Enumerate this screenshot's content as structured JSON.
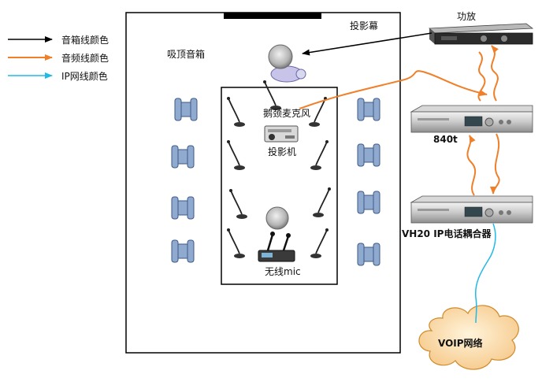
{
  "legend": {
    "speaker_line": "音箱线颜色",
    "audio_line": "音频线颜色",
    "ip_line": "IP网线颜色"
  },
  "labels": {
    "screen": "投影幕",
    "ceiling_speaker": "吸顶音箱",
    "gooseneck_mic": "鹅颈麦克风",
    "projector": "投影机",
    "wireless_mic": "无线mic",
    "amplifier": "功放",
    "dsp_840t": "840t",
    "vh20": "VH20 IP电话耦合器",
    "voip": "VOIP网络"
  },
  "colors": {
    "speaker_line": "#000000",
    "audio_line": "#f07f2a",
    "ip_line": "#22b8e8",
    "chair": "#8fa9cf",
    "chair_stroke": "#3c5a86"
  }
}
